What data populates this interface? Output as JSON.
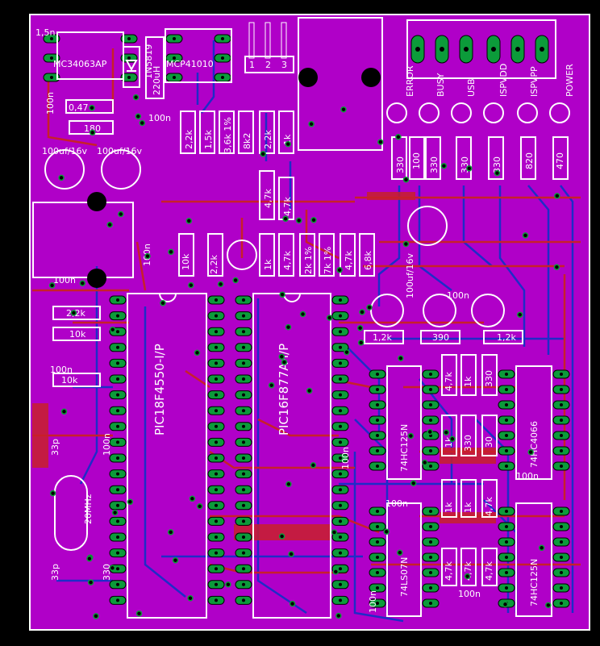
{
  "colors": {
    "background": "#000000",
    "board": "#b000c8",
    "silkscreen": "#ffffff",
    "pad": "#0c9b3a",
    "trace_top": "#c8202a",
    "trace_bottom": "#1e2cc8"
  },
  "chips": {
    "pic18": "PIC18F4550-I/P",
    "pic16": "PIC16F877A-I/P",
    "mc34063": "MC34063AP",
    "mcp41010": "MCP41010",
    "hc125a": "74HC125N",
    "hc4066": "74HC4066",
    "ls07": "74LS07N",
    "hc125b": "74HC125N"
  },
  "leds": [
    "ERROR",
    "BUSY",
    "USB",
    "ISPVDD",
    "ISPVPP",
    "POWER"
  ],
  "header_pins": [
    "1",
    "2",
    "3"
  ],
  "passives": {
    "cap_1n5": "1,5n",
    "cap_100n": "100n",
    "res_047": "0,47",
    "res_180": "180",
    "ind_220uH": "220uH",
    "diode_1n5819": "1N5819",
    "elec_100u_a": "100uf/16v",
    "elec_100u_b": "100uf/16v",
    "elec_100u_c": "100uf/16v",
    "res_2k2": "2,2k",
    "res_1k5": "1,5k",
    "res_3k6": "3,6k 1%",
    "res_8k2": "8k2",
    "res_47k": "4,7k",
    "res_10k": "10k",
    "res_1k": "1k",
    "res_2k_1p": "2k 1%",
    "res_7k_1p": "7k 1%",
    "res_68k": "6,8k",
    "res_330": "330",
    "res_100": "100",
    "res_820": "820",
    "res_470": "470",
    "res_12k": "1,2k",
    "res_390": "390",
    "res_30": "30",
    "cap_33p": "33p",
    "crystal": "20MHz"
  }
}
